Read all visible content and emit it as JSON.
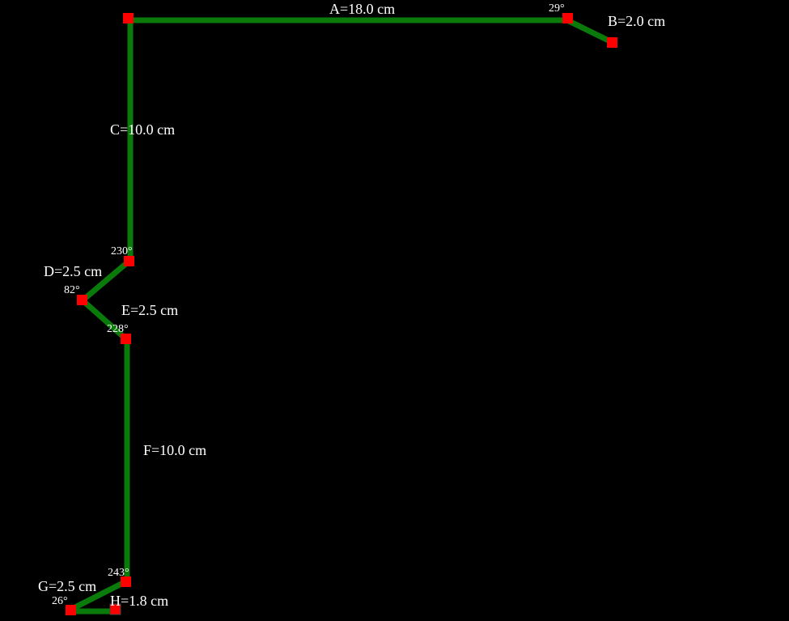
{
  "colors": {
    "background": "#000000",
    "segment": "#0a7a0a",
    "node": "#ff0000",
    "text": "#ffffff"
  },
  "segments": [
    {
      "id": "A",
      "label": "A=18.0 cm",
      "length_cm": 18.0
    },
    {
      "id": "B",
      "label": "B=2.0 cm",
      "length_cm": 2.0
    },
    {
      "id": "C",
      "label": "C=10.0 cm",
      "length_cm": 10.0
    },
    {
      "id": "D",
      "label": "D=2.5 cm",
      "length_cm": 2.5
    },
    {
      "id": "E",
      "label": "E=2.5 cm",
      "length_cm": 2.5
    },
    {
      "id": "F",
      "label": "F=10.0 cm",
      "length_cm": 10.0
    },
    {
      "id": "G",
      "label": "G=2.5 cm",
      "length_cm": 2.5
    },
    {
      "id": "H",
      "label": "H=1.8 cm",
      "length_cm": 1.8
    }
  ],
  "angles": [
    {
      "label": "29°"
    },
    {
      "label": "230°"
    },
    {
      "label": "82°"
    },
    {
      "label": "228°"
    },
    {
      "label": "243°"
    },
    {
      "label": "26°"
    }
  ]
}
